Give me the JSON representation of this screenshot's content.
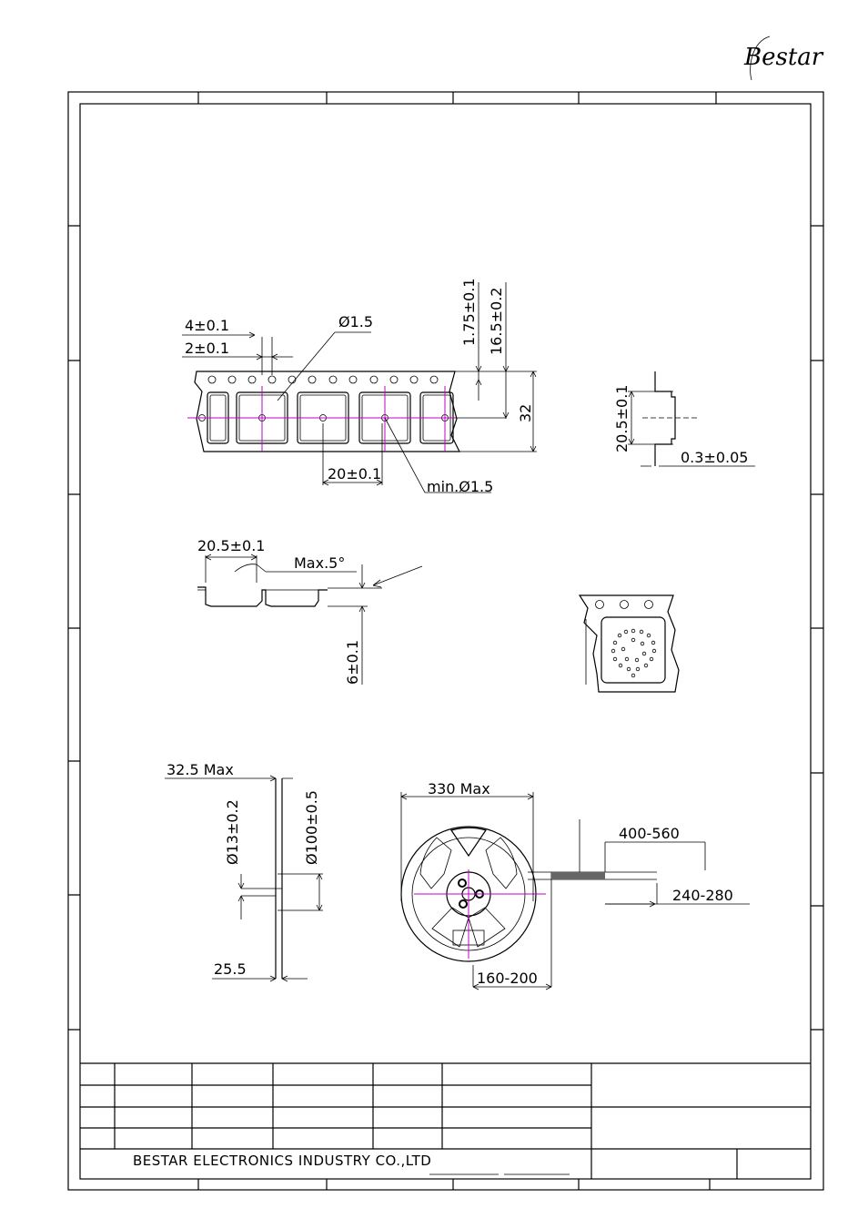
{
  "logo": {
    "text": "Bestar"
  },
  "company": {
    "name": "BESTAR ELECTRONICS INDUSTRY CO.,LTD"
  },
  "tape_view": {
    "dims": {
      "pitch4": "4±0.1",
      "half2": "2±0.1",
      "hole": "Ø1.5",
      "edge": "1.75±0.1",
      "center": "16.5±0.2",
      "width": "32",
      "pocket_pitch": "20±0.1",
      "min_hole": "min.Ø1.5"
    }
  },
  "side_view": {
    "dims": {
      "width": "20.5±0.1",
      "thickness": "0.3±0.05"
    }
  },
  "section_view": {
    "dims": {
      "width": "20.5±0.1",
      "angle": "Max.5°",
      "depth": "6±0.1"
    }
  },
  "reel_side": {
    "dims": {
      "width_max": "32.5 Max",
      "hub_hole": "Ø13±0.2",
      "hub_dia": "Ø100±0.5",
      "inner": "25.5"
    }
  },
  "reel_front": {
    "dims": {
      "diameter": "330 Max",
      "leader": "400-560",
      "trailer": "240-280",
      "empty": "160-200"
    }
  }
}
